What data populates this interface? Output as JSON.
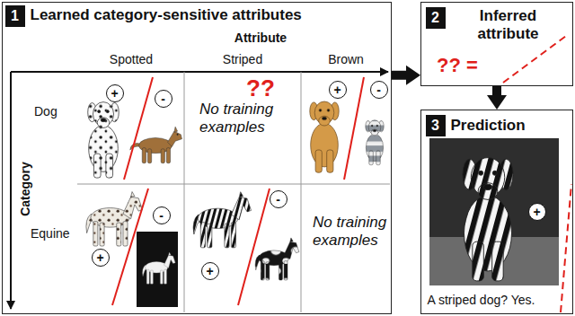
{
  "diagram": {
    "nodes": [
      {
        "text": [
          "Learned category-sensitive attributes"
        ]
      },
      {
        "text": [
          "1"
        ],
        "in": 0
      },
      {
        "text": [
          "+"
        ],
        "in": 0
      },
      {
        "text": [
          "-"
        ],
        "in": 0
      },
      {
        "text": [
          "+"
        ],
        "in": 0
      },
      {
        "text": [
          "-"
        ],
        "in": 0
      },
      {
        "text": [
          "+"
        ],
        "in": 0
      },
      {
        "text": [
          "-"
        ],
        "in": 0
      },
      {
        "text": [
          "+"
        ],
        "in": 0
      },
      {
        "text": [
          "-"
        ],
        "in": 0
      },
      {
        "text": [
          "Inferred attribute"
        ]
      },
      {
        "text": [
          "2"
        ],
        "in": 10
      },
      {
        "text": [
          "Prediction",
          "A striped dog? Yes."
        ]
      },
      {
        "text": [
          "3"
        ],
        "in": 12
      },
      {
        "text": [
          "+"
        ],
        "in": 12
      }
    ],
    "edges": [
      {
        "from": 0,
        "to": 10,
        "arrow": "to"
      },
      {
        "from": 10,
        "to": 12,
        "arrow": "to"
      }
    ],
    "labels": [
      "Attribute",
      "Spotted",
      "Striped",
      "Brown",
      "Category",
      "Dog",
      "Equine",
      "??",
      "No training examples",
      "No training examples",
      "?? ="
    ]
  }
}
